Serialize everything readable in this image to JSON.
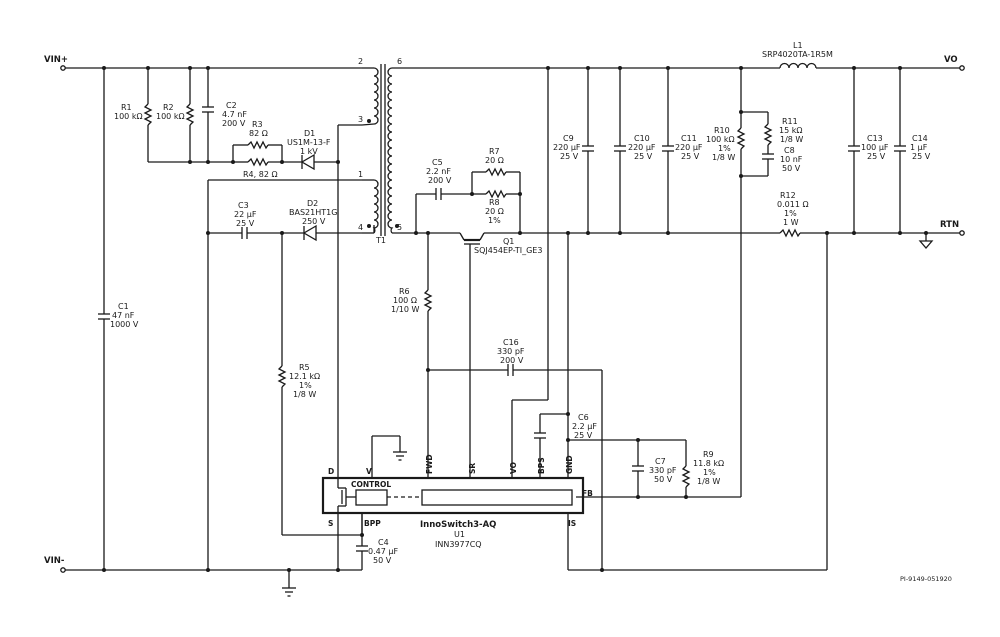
{
  "ports": {
    "vin_plus": "VIN+",
    "vin_minus": "VIN-",
    "vo": "VO",
    "rtn": "RTN"
  },
  "components": {
    "R1": {
      "ref": "R1",
      "value": "100 kΩ"
    },
    "R2": {
      "ref": "R2",
      "value": "100 kΩ"
    },
    "C2": {
      "ref": "C2",
      "value": "4.7 nF",
      "rating": "200 V"
    },
    "R3": {
      "ref": "R3",
      "value": "82 Ω"
    },
    "R4": {
      "text": "R4, 82 Ω"
    },
    "D1": {
      "ref": "D1",
      "part": "US1M-13-F",
      "rating": "1 kV"
    },
    "C1": {
      "ref": "C1",
      "value": "47 nF",
      "rating": "1000 V"
    },
    "C3": {
      "ref": "C3",
      "value": "22 μF",
      "rating": "25 V"
    },
    "D2": {
      "ref": "D2",
      "part": "BAS21HT1G",
      "rating": "250 V"
    },
    "R5": {
      "ref": "R5",
      "value": "12.1 kΩ",
      "tol": "1%",
      "power": "1/8 W"
    },
    "T1": {
      "ref": "T1",
      "pins": [
        "2",
        "3",
        "1",
        "4",
        "6",
        "5"
      ]
    },
    "C5": {
      "ref": "C5",
      "value": "2.2 nF",
      "rating": "200 V"
    },
    "R7": {
      "ref": "R7",
      "value": "20 Ω"
    },
    "R8": {
      "ref": "R8",
      "value": "20 Ω",
      "tol": "1%"
    },
    "Q1": {
      "ref": "Q1",
      "part": "SQJ454EP-TI_GE3"
    },
    "R6": {
      "ref": "R6",
      "value": "100 Ω",
      "power": "1/10 W"
    },
    "C16": {
      "ref": "C16",
      "value": "330 pF",
      "rating": "200 V"
    },
    "C9": {
      "ref": "C9",
      "value": "220 μF",
      "rating": "25 V"
    },
    "C10": {
      "ref": "C10",
      "value": "220 μF",
      "rating": "25 V"
    },
    "C11": {
      "ref": "C11",
      "value": "220 μF",
      "rating": "25 V"
    },
    "R10": {
      "ref": "R10",
      "value": "100 kΩ",
      "tol": "1%",
      "power": "1/8 W"
    },
    "R11": {
      "ref": "R11",
      "value": "15 kΩ",
      "power": "1/8 W"
    },
    "C8": {
      "ref": "C8",
      "value": "10 nF",
      "rating": "50 V"
    },
    "L1": {
      "ref": "L1",
      "part": "SRP4020TA-1R5M"
    },
    "C13": {
      "ref": "C13",
      "value": "100 μF",
      "rating": "25 V"
    },
    "C14": {
      "ref": "C14",
      "value": "1 μF",
      "rating": "25 V"
    },
    "R12": {
      "ref": "R12",
      "value": "0.011 Ω",
      "tol": "1%",
      "power": "1 W"
    },
    "C6": {
      "ref": "C6",
      "value": "2.2 μF",
      "rating": "25 V"
    },
    "C7": {
      "ref": "C7",
      "value": "330 pF",
      "rating": "50 V"
    },
    "R9": {
      "ref": "R9",
      "value": "11.8 kΩ",
      "tol": "1%",
      "power": "1/8 W"
    },
    "C4": {
      "ref": "C4",
      "value": "0.47 μF",
      "rating": "50 V"
    }
  },
  "ic": {
    "name": "InnoSwitch3-AQ",
    "ref": "U1",
    "part": "INN3977CQ",
    "control_label": "CONTROL",
    "pins": {
      "d": "D",
      "v": "V",
      "s": "S",
      "bpp": "BPP",
      "fwd": "FWD",
      "sr": "SR",
      "vo": "VO",
      "bps": "BPS",
      "gnd": "GND",
      "fb": "FB",
      "is": "IS"
    }
  },
  "footer": {
    "drawing_id": "PI-9149-051920"
  }
}
